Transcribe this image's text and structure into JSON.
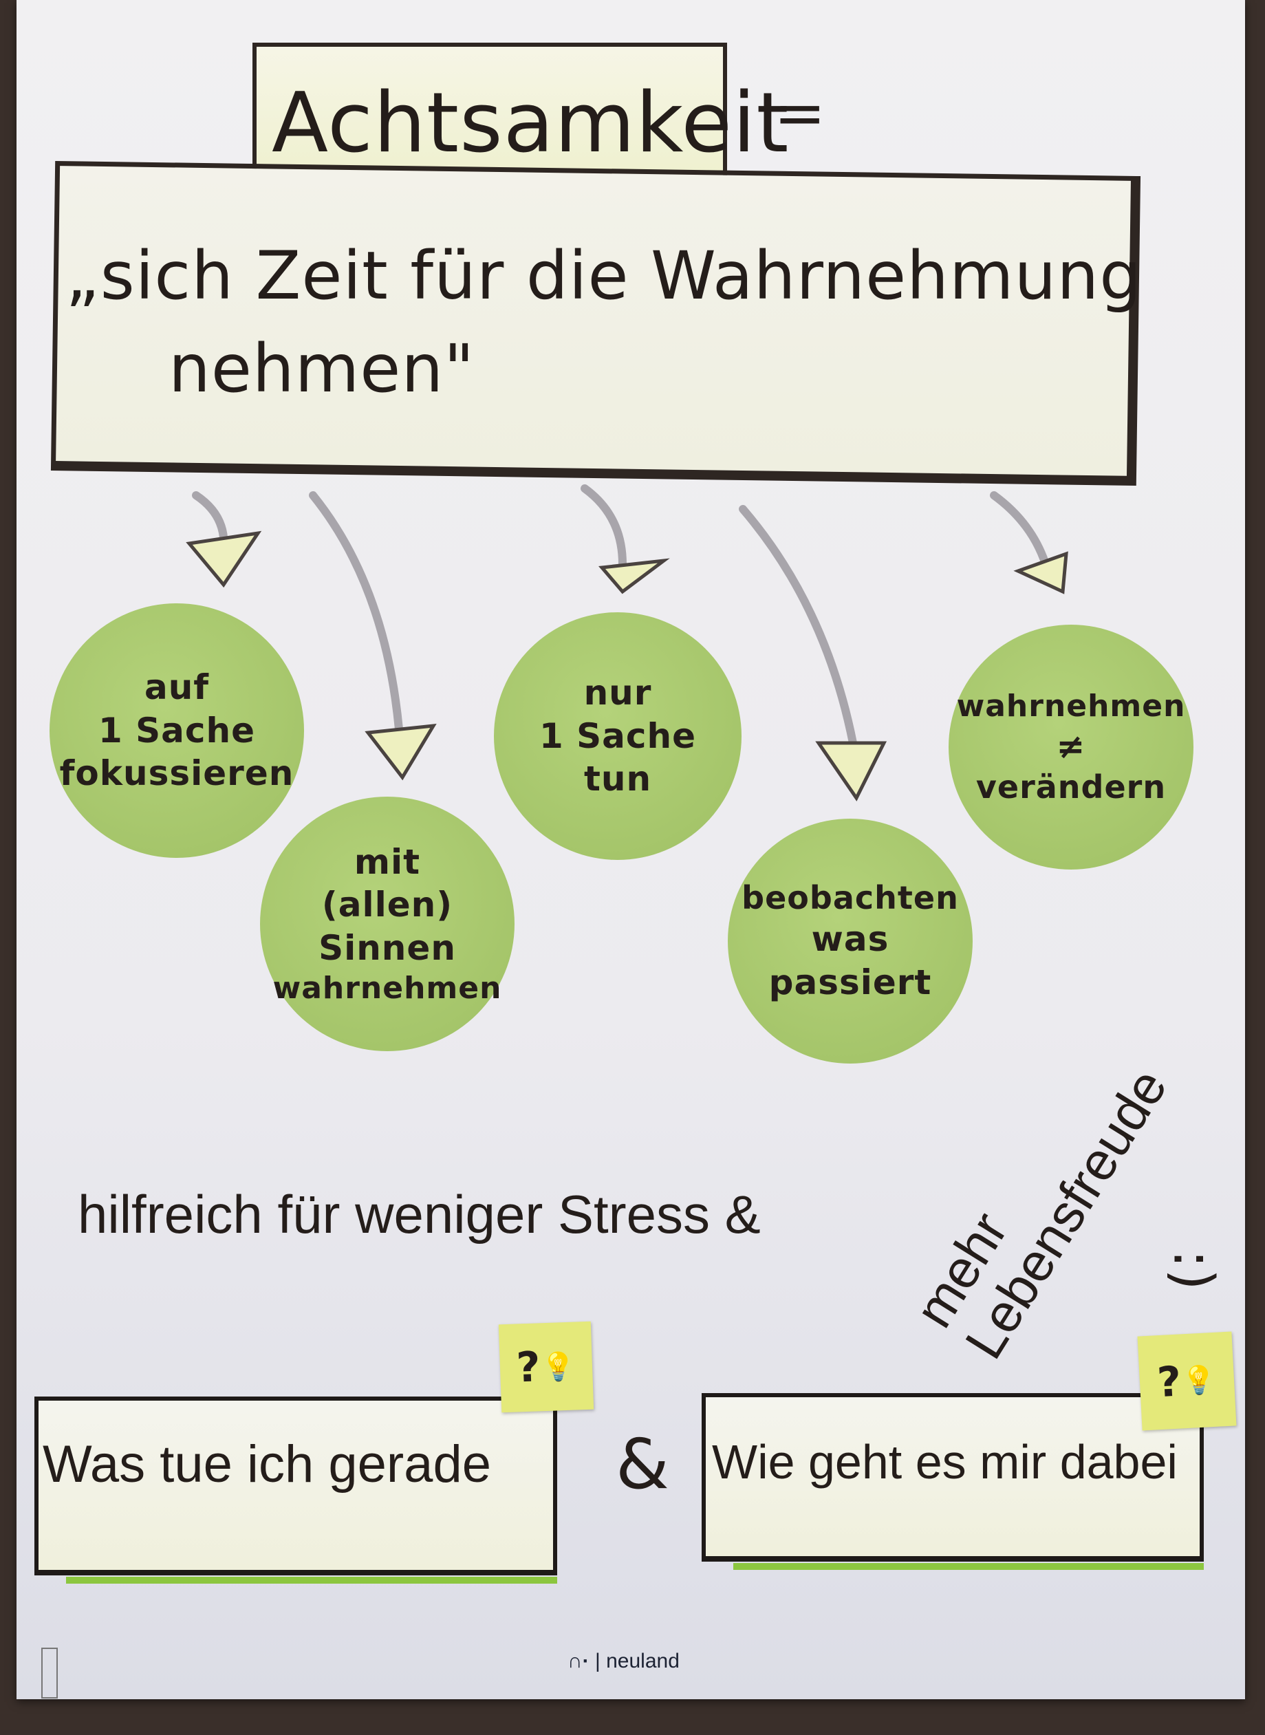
{
  "title": "Achtsamkeit",
  "equals": "=",
  "definition": {
    "line1": "„sich Zeit für die Wahrnehmung",
    "line2": "nehmen\""
  },
  "circles": [
    {
      "lines": [
        "auf",
        "1 Sache",
        "fokussieren"
      ]
    },
    {
      "lines": [
        "mit",
        "(allen)",
        "Sinnen",
        "wahrnehmen"
      ]
    },
    {
      "lines": [
        "nur",
        "1 Sache",
        "tun"
      ]
    },
    {
      "lines": [
        "beobachten",
        "was",
        "passiert"
      ]
    },
    {
      "lines": [
        "wahrnehmen",
        "≠",
        "verändern"
      ]
    }
  ],
  "benefit": {
    "text": "hilfreich für weniger Stress &",
    "rotated_line1": "mehr",
    "rotated_line2": "Lebensfreude",
    "smiley": ":)"
  },
  "questions": [
    {
      "text": "Was tue ich gerade",
      "sticky": "?"
    },
    {
      "text": "Wie geht es mir dabei",
      "sticky": "?"
    }
  ],
  "ampersand": "&",
  "brand": "neuland",
  "colors": {
    "circle": "#a9c96a",
    "accent_green": "#8cc63f",
    "sticky": "#e4e97a",
    "ink": "#241d1a"
  }
}
